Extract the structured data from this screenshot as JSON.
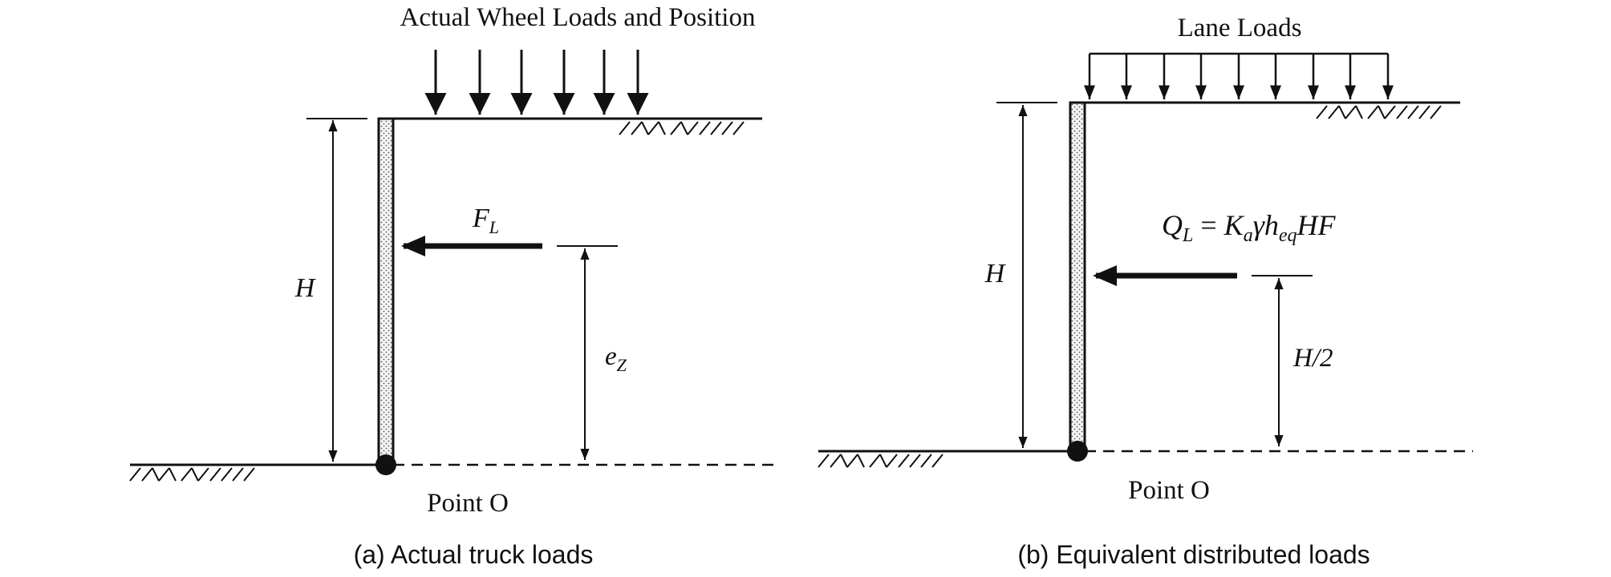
{
  "panel_a": {
    "title": "Actual Wheel Loads and Position",
    "force_label": "F",
    "force_sub": "L",
    "height_label": "H",
    "ecc_label": "e",
    "ecc_sub": "Z",
    "point_label": "Point O",
    "caption": "(a) Actual truck loads"
  },
  "panel_b": {
    "title": "Lane Loads",
    "eq_Q": "Q",
    "eq_Q_sub": "L",
    "eq_equals": " = ",
    "eq_K": "K",
    "eq_K_sub": "a",
    "eq_gamma_h": "γh",
    "eq_h_sub": "eq",
    "eq_tail": "HF",
    "height_label": "H",
    "half_label": "H/2",
    "point_label": "Point O",
    "caption": "(b) Equivalent distributed loads"
  },
  "colors": {
    "ink": "#111111",
    "hatch_fill": "#f2f2f2"
  }
}
